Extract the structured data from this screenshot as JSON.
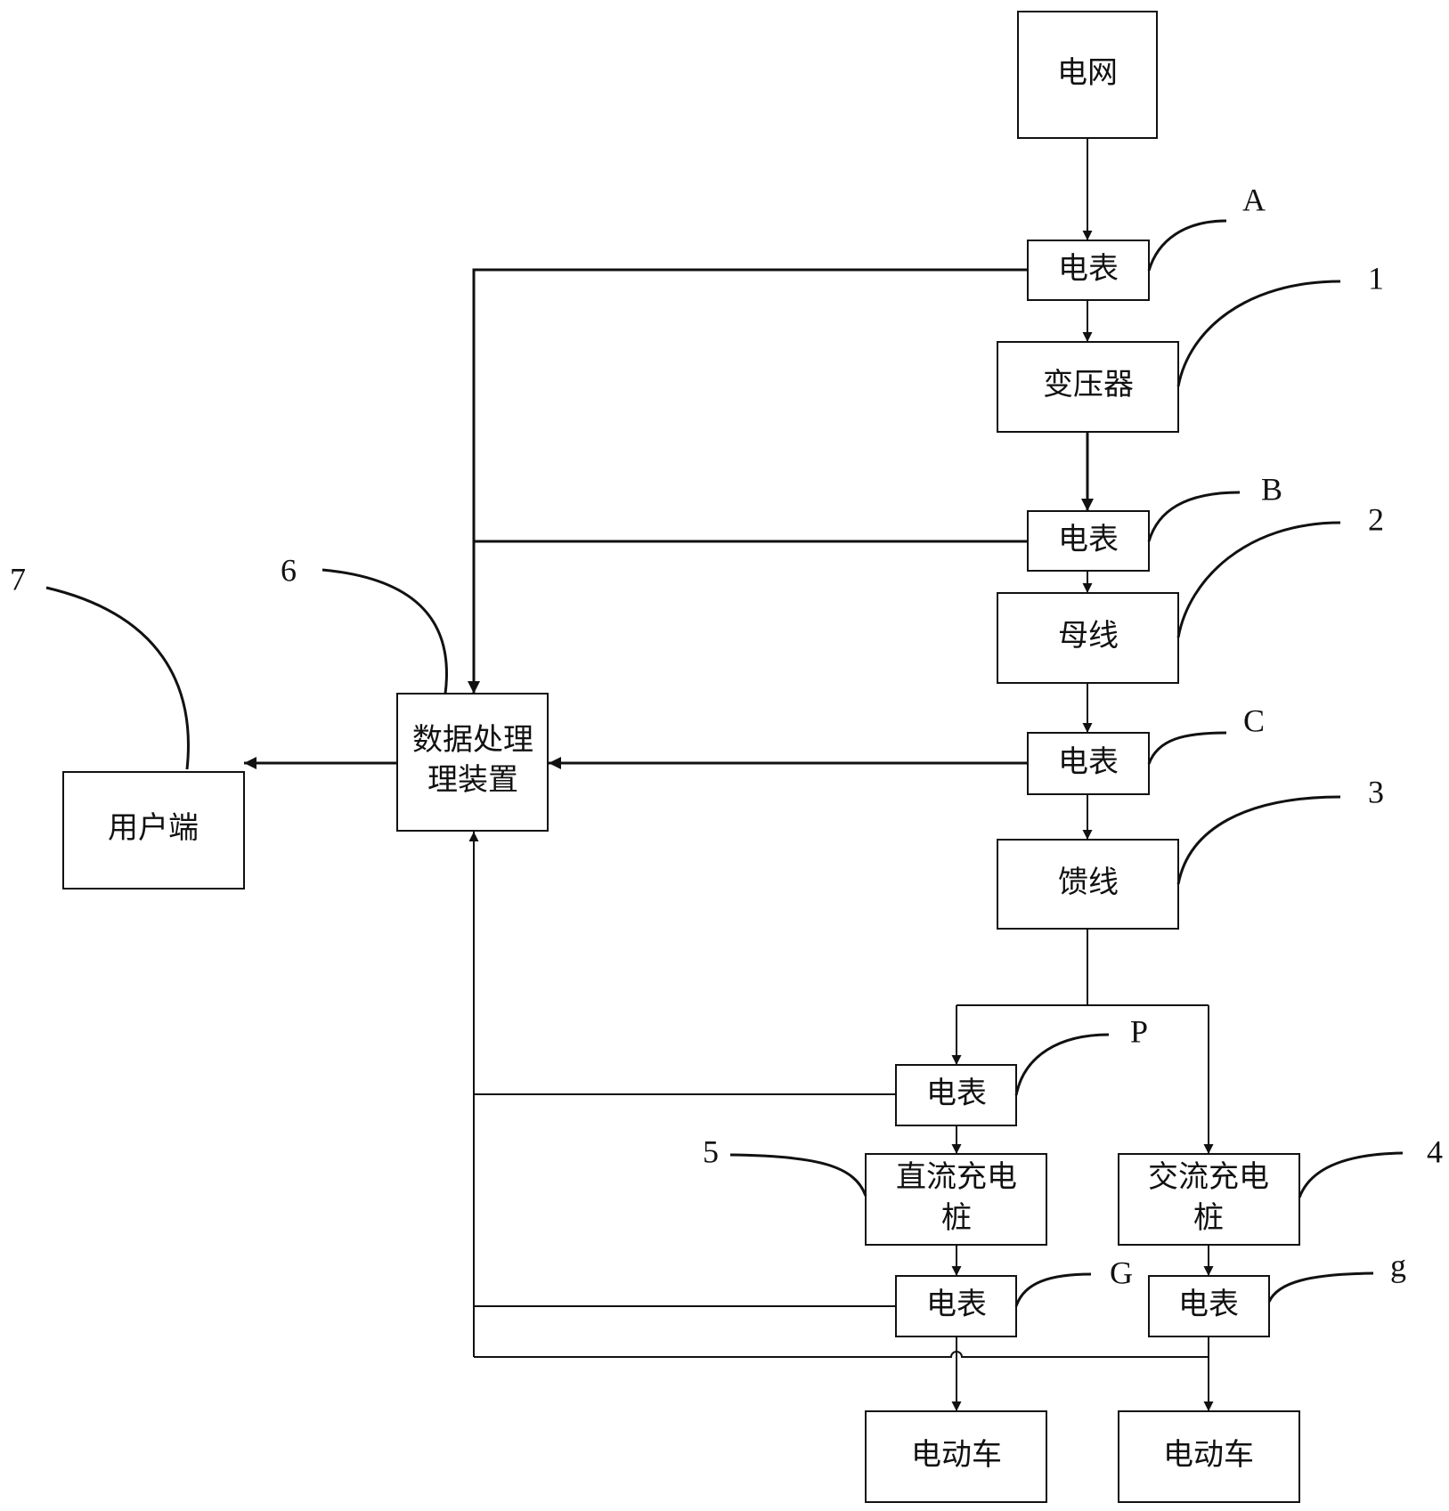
{
  "diagram": {
    "nodes": {
      "grid": {
        "label": "电网"
      },
      "meter_a": {
        "label": "电表",
        "ref": "A"
      },
      "transformer": {
        "label": "变压器",
        "ref": "1"
      },
      "meter_b": {
        "label": "电表",
        "ref": "B"
      },
      "busbar": {
        "label": "母线",
        "ref": "2"
      },
      "meter_c": {
        "label": "电表",
        "ref": "C"
      },
      "feeder": {
        "label": "馈线",
        "ref": "3"
      },
      "meter_p": {
        "label": "电表",
        "ref": "P"
      },
      "dc_charger": {
        "label_line1": "直流充电",
        "label_line2": "桩",
        "ref": "5"
      },
      "ac_charger": {
        "label_line1": "交流充电",
        "label_line2": "桩",
        "ref": "4"
      },
      "meter_g_upper": {
        "label": "电表",
        "ref": "G"
      },
      "meter_g_lower": {
        "label": "电表",
        "ref": "g"
      },
      "ev_left": {
        "label": "电动车"
      },
      "ev_right": {
        "label": "电动车"
      },
      "data_processor": {
        "label_line1": "数据处理",
        "label_line2": "理装置",
        "ref": "6"
      },
      "user_terminal": {
        "label": "用户端",
        "ref": "7"
      }
    },
    "colors": {
      "stroke": "#111111",
      "background": "#ffffff"
    }
  }
}
